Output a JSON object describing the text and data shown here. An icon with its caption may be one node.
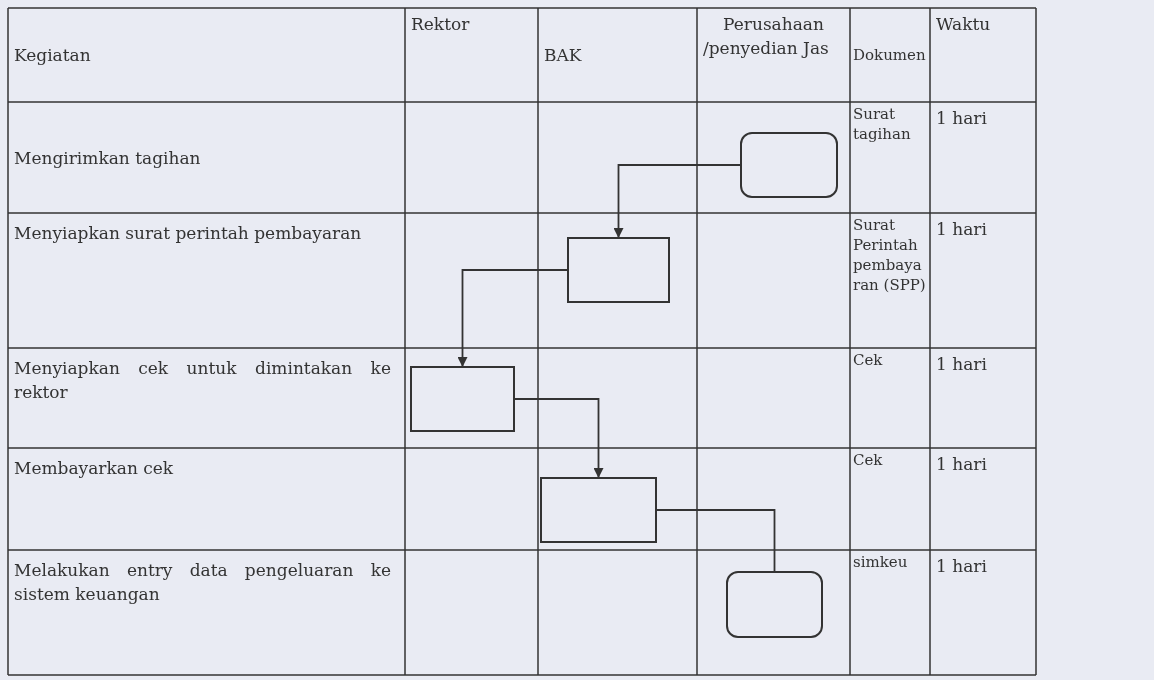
{
  "diagram": {
    "nodes": [
      {
        "text": [],
        "shape": "rounded"
      },
      {
        "text": [],
        "shape": "box"
      },
      {
        "text": [],
        "shape": "box"
      },
      {
        "text": [],
        "shape": "box"
      },
      {
        "text": [],
        "shape": "rounded"
      }
    ],
    "edges": [
      {
        "from": 0,
        "to": 1,
        "arrow": "to"
      },
      {
        "from": 1,
        "to": 2,
        "arrow": "to"
      },
      {
        "from": 2,
        "to": 3,
        "arrow": "to"
      },
      {
        "from": 3,
        "to": 4,
        "arrow": "none"
      }
    ],
    "labels": [
      "Kegiatan",
      "Rektor",
      "BAK",
      "Perusahaan /penyedian Jas",
      "Dokumen",
      "Waktu",
      "Mengirimkan tagihan",
      "Surat tagihan",
      "1 hari",
      "Menyiapkan surat perintah pembayaran",
      "Surat Perintah pembayaran (SPP)",
      "1 hari",
      "Menyiapkan cek untuk dimintakan ke rektor",
      "Cek",
      "1 hari",
      "Membayarkan cek",
      "Cek",
      "1 hari",
      "Melakukan entry data pengeluaran ke sistem keuangan",
      "simkeu",
      "1 hari"
    ]
  }
}
